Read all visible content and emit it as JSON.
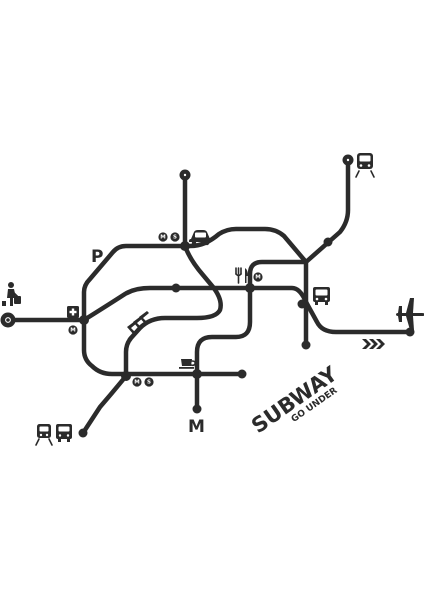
{
  "map": {
    "letters": {
      "parking": "P",
      "metro": "M"
    },
    "title": "SUBWAY",
    "subtitle": "GO UNDER",
    "badges": [
      {
        "id": "metro-badge-top",
        "label": "M"
      },
      {
        "id": "subway-badge-top",
        "label": "S"
      },
      {
        "id": "metro-badge-right",
        "label": "M"
      },
      {
        "id": "metro-badge-left",
        "label": "M"
      },
      {
        "id": "metro-badge-bottom",
        "label": "M"
      },
      {
        "id": "subway-badge-bottom",
        "label": "S"
      }
    ],
    "icons": [
      "train-icon",
      "car-icon",
      "fork-knife-icon",
      "bus-icon",
      "airplane-icon",
      "person-luggage-icon",
      "first-aid-icon",
      "coffee-cup-icon",
      "tram-icon",
      "direction-chevrons-icon",
      "arrow-chevrons-icon"
    ],
    "colors": {
      "ink": "#2b2b2b",
      "background": "#ffffff"
    }
  }
}
